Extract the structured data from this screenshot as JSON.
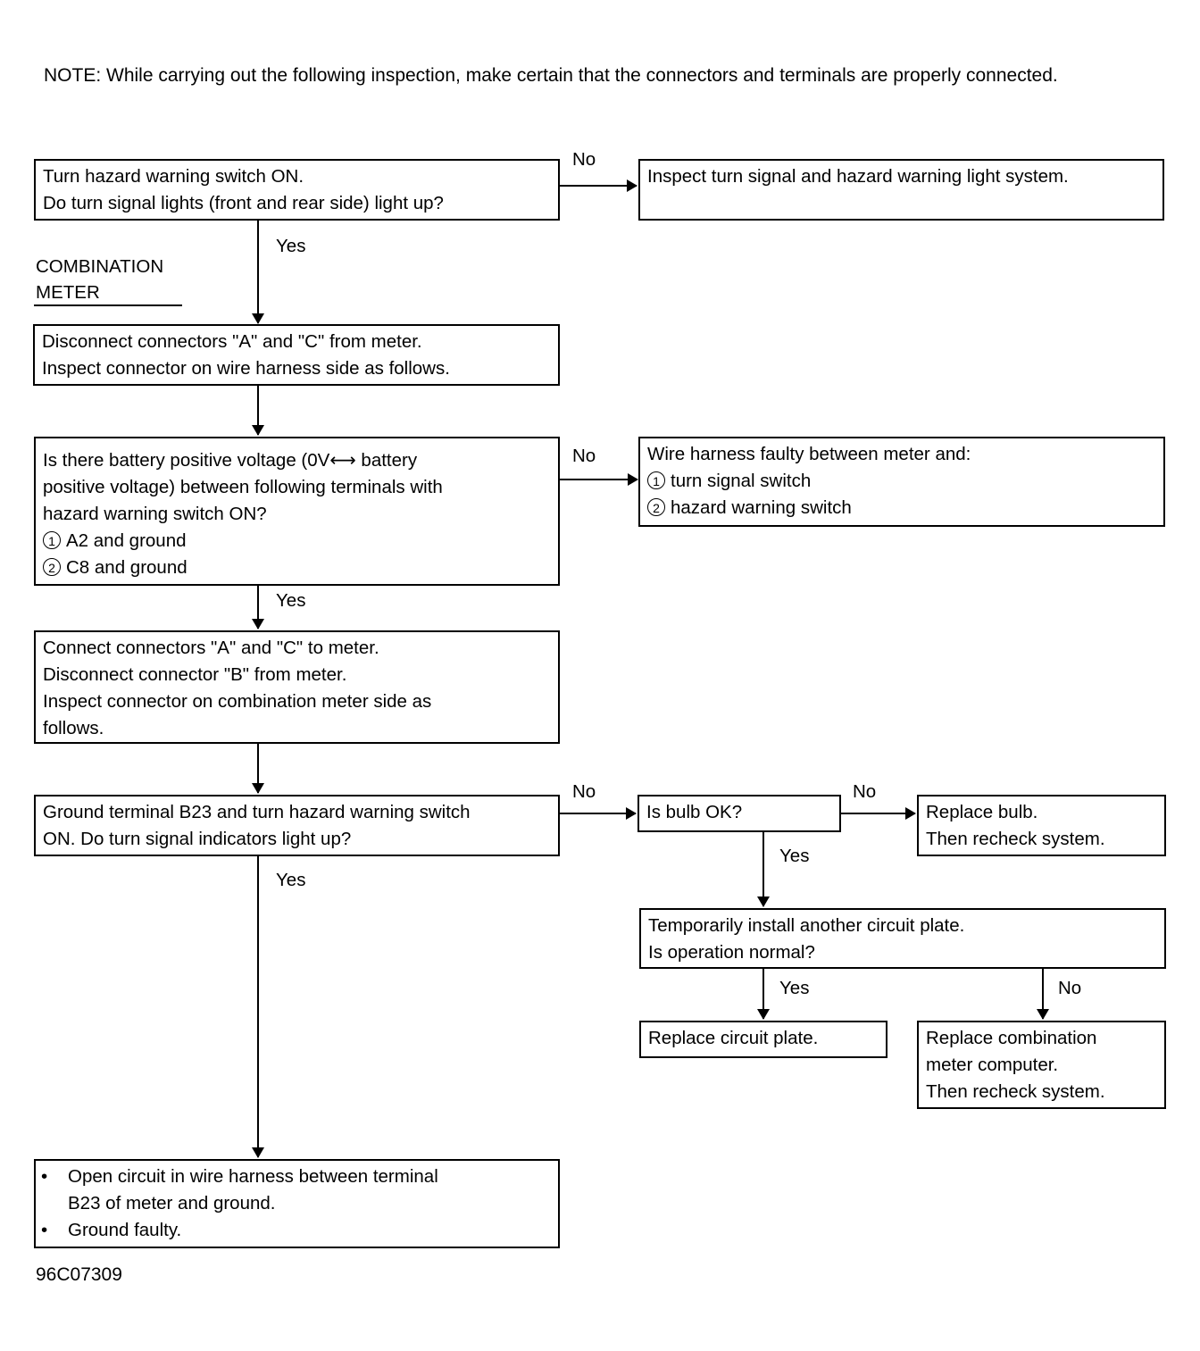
{
  "note": "NOTE:  While carrying out the following inspection, make certain that the connectors and terminals are properly connected.",
  "section_label": [
    "COMBINATION",
    "METER"
  ],
  "figure_code": "96C07309",
  "labels": {
    "yes": "Yes",
    "no": "No"
  },
  "boxes": {
    "step1": [
      "Turn hazard warning switch ON.",
      "Do turn signal lights (front and rear side) light up?"
    ],
    "inspect_system": [
      "Inspect turn signal and hazard warning light system."
    ],
    "step2": [
      "Disconnect connectors \"A\" and \"C\" from meter.",
      "Inspect connector on wire harness side as follows."
    ],
    "step3": [
      "Is there battery positive voltage (0V⟷ battery",
      "positive voltage) between following terminals with",
      "hazard warning switch ON?"
    ],
    "step3_items": [
      "A2 and ground",
      "C8 and ground"
    ],
    "harness_faulty": [
      "Wire harness faulty between meter and:"
    ],
    "harness_faulty_items": [
      "turn signal switch",
      "hazard warning switch"
    ],
    "step4": [
      "Connect connectors \"A\" and \"C\" to meter.",
      "Disconnect connector \"B\" from meter.",
      "Inspect connector on combination meter side as",
      "follows."
    ],
    "step5": [
      "Ground terminal B23 and turn hazard warning switch",
      "ON. Do turn signal indicators light up?"
    ],
    "bulb_ok": [
      "Is bulb OK?"
    ],
    "replace_bulb": [
      "Replace bulb.",
      "Then recheck system."
    ],
    "temp_install": [
      "Temporarily install another circuit plate.",
      "Is operation normal?"
    ],
    "replace_plate": [
      "Replace circuit plate."
    ],
    "replace_computer": [
      "Replace combination",
      "meter computer.",
      "Then recheck system."
    ],
    "open_circuit_items": [
      "Open circuit in wire harness between terminal B23 of meter and ground.",
      "Ground faulty."
    ],
    "open_circuit_lines": [
      [
        "Open circuit in wire harness between terminal",
        "B23 of meter and ground."
      ],
      [
        "Ground faulty."
      ]
    ]
  },
  "markers": {
    "bullet": "•",
    "circled": [
      "1",
      "2"
    ]
  }
}
